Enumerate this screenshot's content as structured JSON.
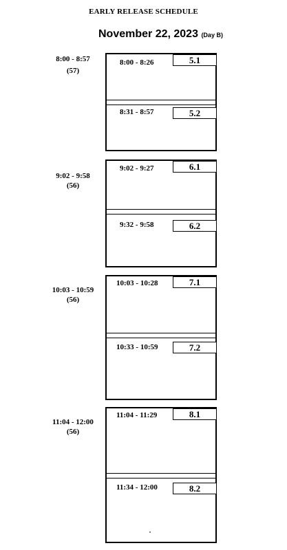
{
  "header": {
    "title": "EARLY RELEASE SCHEDULE",
    "date": "November 22, 2023",
    "day": "(Day B)"
  },
  "periods": [
    {
      "time": "8:00 - 8:57",
      "minutes": "(57)",
      "sub": [
        {
          "time": "8:00 - 8:26",
          "num": "5.1"
        },
        {
          "time": "8:31 - 8:57",
          "num": "5.2"
        }
      ]
    },
    {
      "time": "9:02 - 9:58",
      "minutes": "(56)",
      "sub": [
        {
          "time": "9:02 - 9:27",
          "num": "6.1"
        },
        {
          "time": "9:32 - 9:58",
          "num": "6.2"
        }
      ]
    },
    {
      "time": "10:03 - 10:59",
      "minutes": "(56)",
      "sub": [
        {
          "time": "10:03 - 10:28",
          "num": "7.1"
        },
        {
          "time": "10:33 - 10:59",
          "num": "7.2"
        }
      ]
    },
    {
      "time": "11:04 - 12:00",
      "minutes": "(56)",
      "sub": [
        {
          "time": "11:04 - 11:29",
          "num": "8.1"
        },
        {
          "time": "11:34 - 12:00",
          "num": "8.2"
        }
      ]
    }
  ]
}
